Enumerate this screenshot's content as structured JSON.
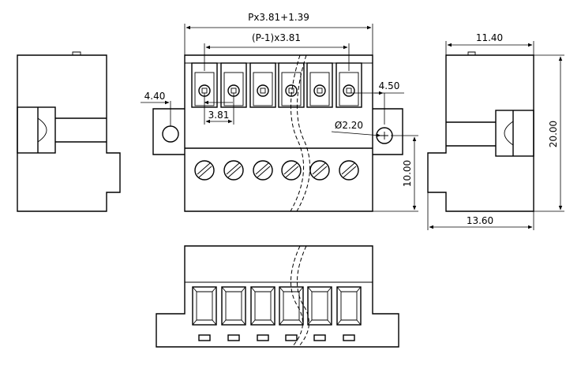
{
  "dimensions": {
    "overall_width": "Px3.81+1.39",
    "pitch_span": "(P-1)x3.81",
    "left_offset": "4.40",
    "pitch": "3.81",
    "right_offset": "4.50",
    "hole_diameter": "Ø2.20",
    "height_lower": "10.00",
    "depth_top": "11.40",
    "height_total": "20.00",
    "depth_bottom": "13.60"
  },
  "colors": {
    "line": "#000000",
    "background": "#ffffff"
  }
}
